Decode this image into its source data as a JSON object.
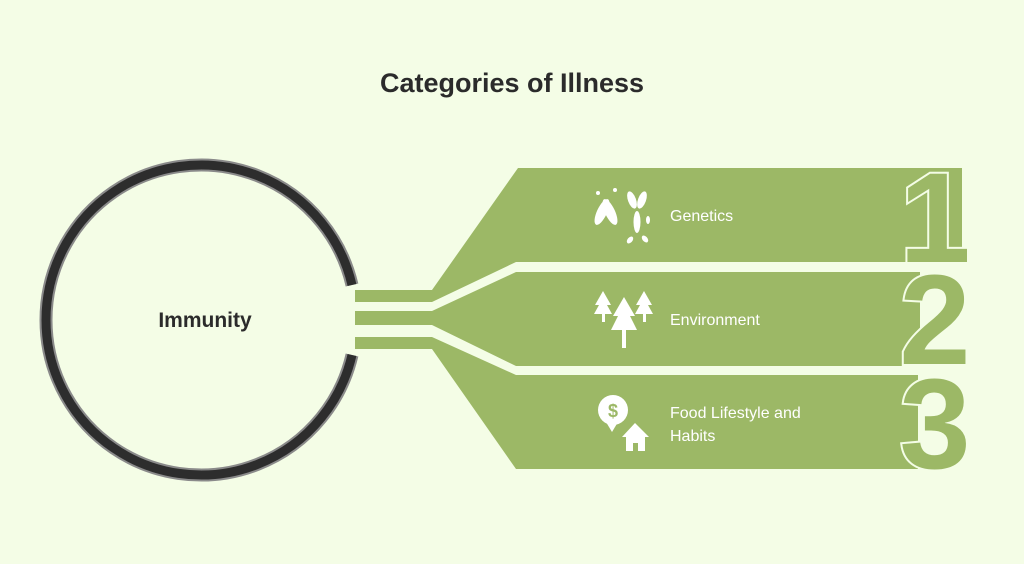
{
  "title": "Categories of Illness",
  "center": "Immunity",
  "colors": {
    "background": "#f4fde6",
    "band": "#9cb866",
    "ring": "#2d2d2d",
    "text": "#2b2b2b"
  },
  "items": [
    {
      "number": "1",
      "label": "Genetics",
      "icon": "chromosome-icon"
    },
    {
      "number": "2",
      "label": "Environment",
      "icon": "trees-icon"
    },
    {
      "number": "3",
      "label_line1": "Food Lifestyle and",
      "label_line2": "Habits",
      "icon": "money-home-icon"
    }
  ]
}
